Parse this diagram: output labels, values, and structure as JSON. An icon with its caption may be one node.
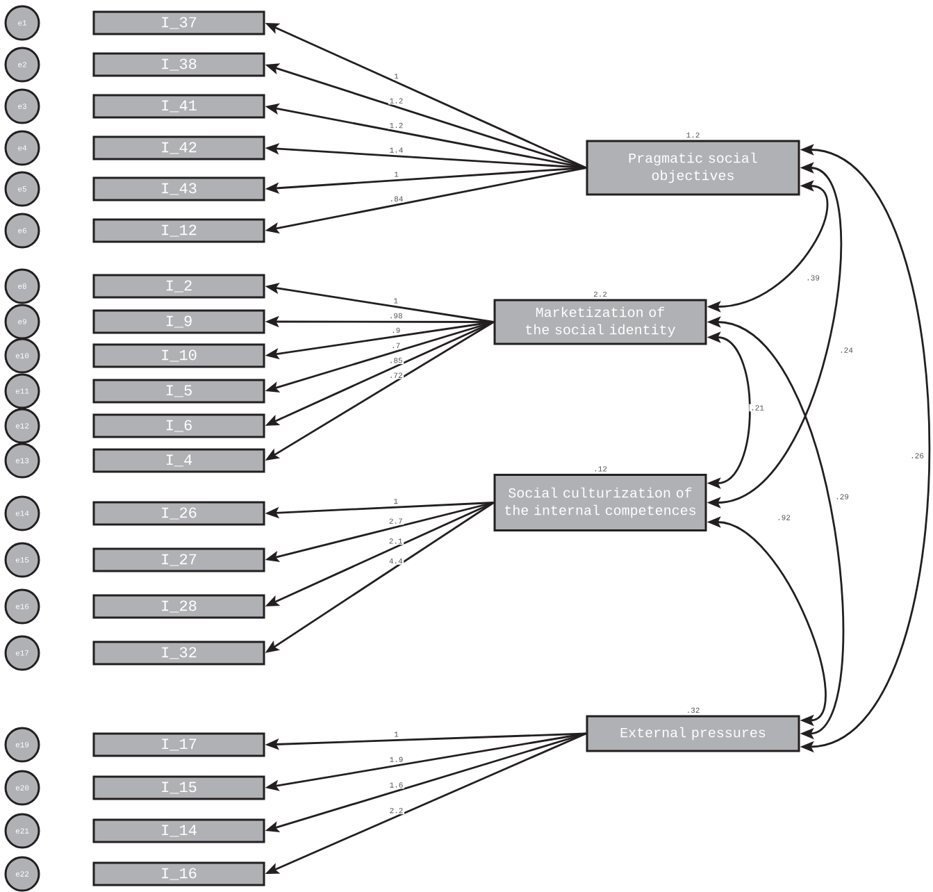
{
  "diagram": {
    "nodes": [
      {
        "text": [
          "e1"
        ]
      },
      {
        "text": [
          "e2"
        ]
      },
      {
        "text": [
          "e3"
        ]
      },
      {
        "text": [
          "e4"
        ]
      },
      {
        "text": [
          "e5"
        ]
      },
      {
        "text": [
          "e6"
        ]
      },
      {
        "text": [
          "e8"
        ]
      },
      {
        "text": [
          "e9"
        ]
      },
      {
        "text": [
          "e10"
        ]
      },
      {
        "text": [
          "e11"
        ]
      },
      {
        "text": [
          "e12"
        ]
      },
      {
        "text": [
          "e13"
        ]
      },
      {
        "text": [
          "e14"
        ]
      },
      {
        "text": [
          "e15"
        ]
      },
      {
        "text": [
          "e16"
        ]
      },
      {
        "text": [
          "e17"
        ]
      },
      {
        "text": [
          "e19"
        ]
      },
      {
        "text": [
          "e20"
        ]
      },
      {
        "text": [
          "e21"
        ]
      },
      {
        "text": [
          "e22"
        ]
      },
      {
        "text": [
          "I_37"
        ]
      },
      {
        "text": [
          "I_38"
        ]
      },
      {
        "text": [
          "I_41"
        ]
      },
      {
        "text": [
          "I_42"
        ]
      },
      {
        "text": [
          "I_43"
        ]
      },
      {
        "text": [
          "I_12"
        ]
      },
      {
        "text": [
          "I_2"
        ]
      },
      {
        "text": [
          "I_9"
        ]
      },
      {
        "text": [
          "I_10"
        ]
      },
      {
        "text": [
          "I_5"
        ]
      },
      {
        "text": [
          "I_6"
        ]
      },
      {
        "text": [
          "I_4"
        ]
      },
      {
        "text": [
          "I_26"
        ]
      },
      {
        "text": [
          "I_27"
        ]
      },
      {
        "text": [
          "I_28"
        ]
      },
      {
        "text": [
          "I_32"
        ]
      },
      {
        "text": [
          "I_17"
        ]
      },
      {
        "text": [
          "I_15"
        ]
      },
      {
        "text": [
          "I_14"
        ]
      },
      {
        "text": [
          "I_16"
        ]
      },
      {
        "text": [
          "Pragmatic social objectives"
        ],
        "beside": [
          "1.2"
        ]
      },
      {
        "text": [
          "Marketization of the social identity"
        ],
        "beside": [
          "2.2"
        ]
      },
      {
        "text": [
          "Social culturization of the internal competences"
        ],
        "beside": [
          ".12"
        ]
      },
      {
        "text": [
          "External pressures"
        ],
        "beside": [
          ".32"
        ]
      }
    ],
    "edges": [
      {
        "from": 40,
        "to": 20,
        "arrow": "to",
        "label": "1"
      },
      {
        "from": 40,
        "to": 21,
        "arrow": "to",
        "label": "1.2"
      },
      {
        "from": 40,
        "to": 22,
        "arrow": "to",
        "label": "1.2"
      },
      {
        "from": 40,
        "to": 23,
        "arrow": "to",
        "label": "1.4"
      },
      {
        "from": 40,
        "to": 24,
        "arrow": "to",
        "label": "1"
      },
      {
        "from": 40,
        "to": 25,
        "arrow": "to",
        "label": ".84"
      },
      {
        "from": 41,
        "to": 26,
        "arrow": "to",
        "label": "1"
      },
      {
        "from": 41,
        "to": 27,
        "arrow": "to",
        "label": ".98"
      },
      {
        "from": 41,
        "to": 28,
        "arrow": "to",
        "label": ".9"
      },
      {
        "from": 41,
        "to": 29,
        "arrow": "to",
        "label": ".7"
      },
      {
        "from": 41,
        "to": 30,
        "arrow": "to",
        "label": ".85"
      },
      {
        "from": 41,
        "to": 31,
        "arrow": "to",
        "label": ".72"
      },
      {
        "from": 42,
        "to": 32,
        "arrow": "to",
        "label": "1"
      },
      {
        "from": 42,
        "to": 33,
        "arrow": "to",
        "label": "2.7"
      },
      {
        "from": 42,
        "to": 34,
        "arrow": "to",
        "label": "2.1"
      },
      {
        "from": 42,
        "to": 35,
        "arrow": "to",
        "label": "4.4"
      },
      {
        "from": 43,
        "to": 36,
        "arrow": "to",
        "label": "1"
      },
      {
        "from": 43,
        "to": 37,
        "arrow": "to",
        "label": "1.9"
      },
      {
        "from": 43,
        "to": 38,
        "arrow": "to",
        "label": "1.6"
      },
      {
        "from": 43,
        "to": 39,
        "arrow": "to",
        "label": "2.2"
      },
      {
        "from": 40,
        "to": 41,
        "arrow": "both",
        "label": ".39"
      },
      {
        "from": 40,
        "to": 42,
        "arrow": "both",
        "label": ".24"
      },
      {
        "from": 40,
        "to": 43,
        "arrow": "both",
        "label": ".26"
      },
      {
        "from": 41,
        "to": 42,
        "arrow": "both",
        "label": ".21"
      },
      {
        "from": 41,
        "to": 43,
        "arrow": "both",
        "label": ".29"
      },
      {
        "from": 42,
        "to": 43,
        "arrow": "both",
        "label": ".92"
      }
    ]
  }
}
